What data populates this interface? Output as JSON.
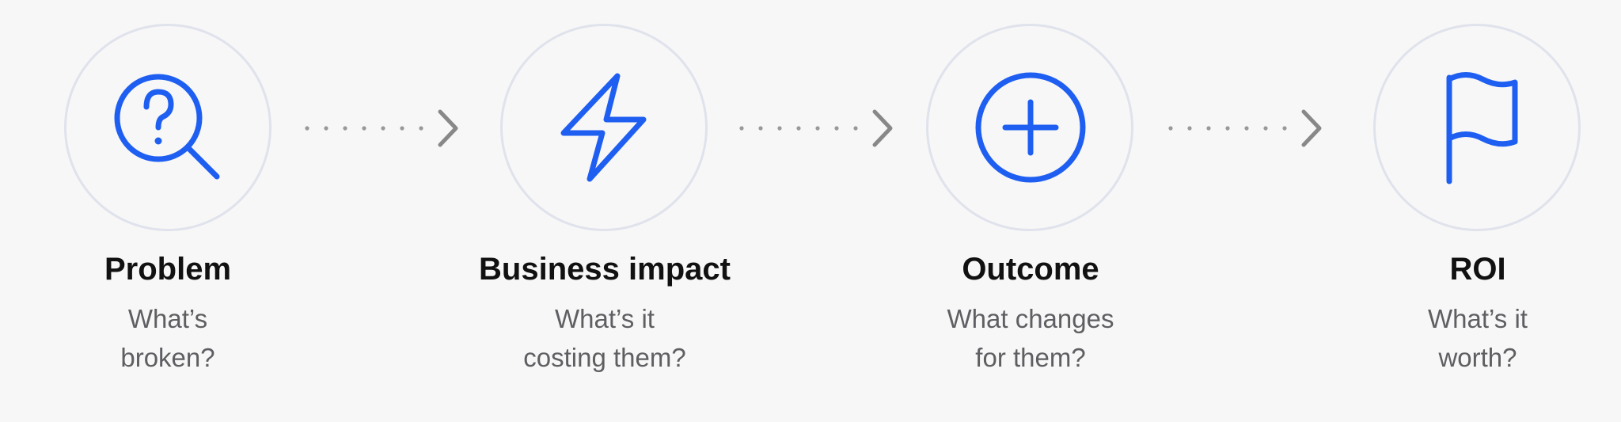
{
  "accent_color": "#1e5ff2",
  "steps": [
    {
      "icon": "question-search-icon",
      "title": "Problem",
      "subtitle_lines": [
        "What’s",
        "broken?"
      ]
    },
    {
      "icon": "lightning-bolt-icon",
      "title": "Business impact",
      "subtitle_lines": [
        "What’s it",
        "costing them?"
      ]
    },
    {
      "icon": "plus-circle-icon",
      "title": "Outcome",
      "subtitle_lines": [
        "What changes",
        "for them?"
      ]
    },
    {
      "icon": "flag-icon",
      "title": "ROI",
      "subtitle_lines": [
        "What’s it",
        "worth?"
      ]
    }
  ],
  "connectors": [
    {
      "icon": "dotted-arrow-right-icon"
    },
    {
      "icon": "dotted-arrow-right-icon"
    },
    {
      "icon": "dotted-arrow-right-icon"
    }
  ]
}
